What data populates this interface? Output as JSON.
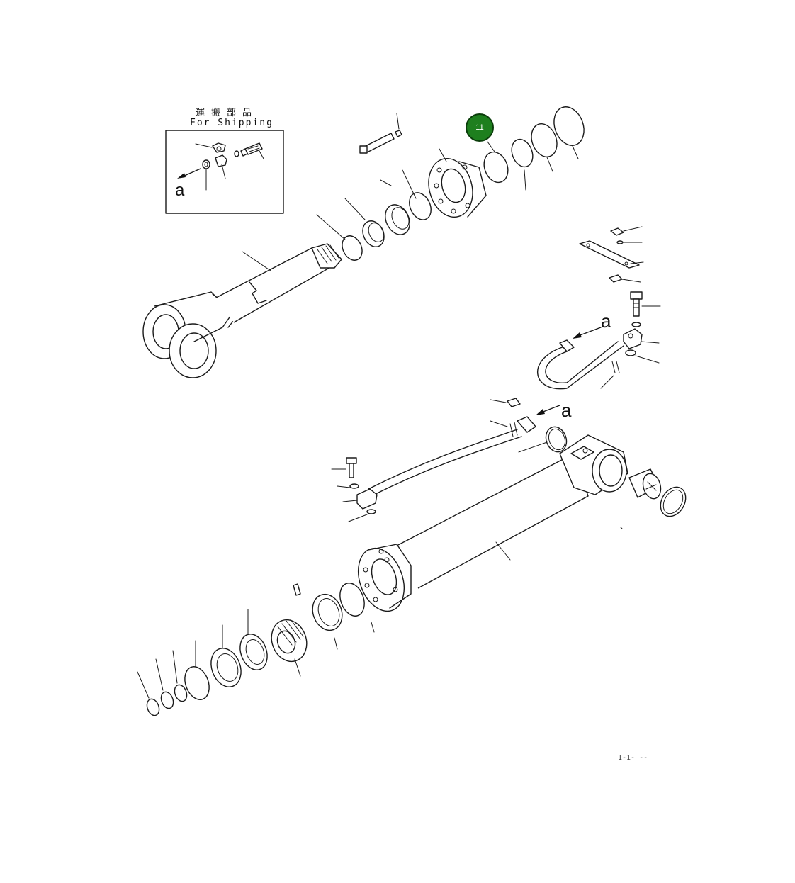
{
  "shipping_box": {
    "title_cn": "運搬部品",
    "title_en": "For Shipping",
    "ref_letter": "a"
  },
  "ref_letters": {
    "hose_top": "a",
    "hose_bottom": "a"
  },
  "callout": {
    "number": "11",
    "color": "#1e7f1e"
  },
  "figure_id": "1-1-  --"
}
